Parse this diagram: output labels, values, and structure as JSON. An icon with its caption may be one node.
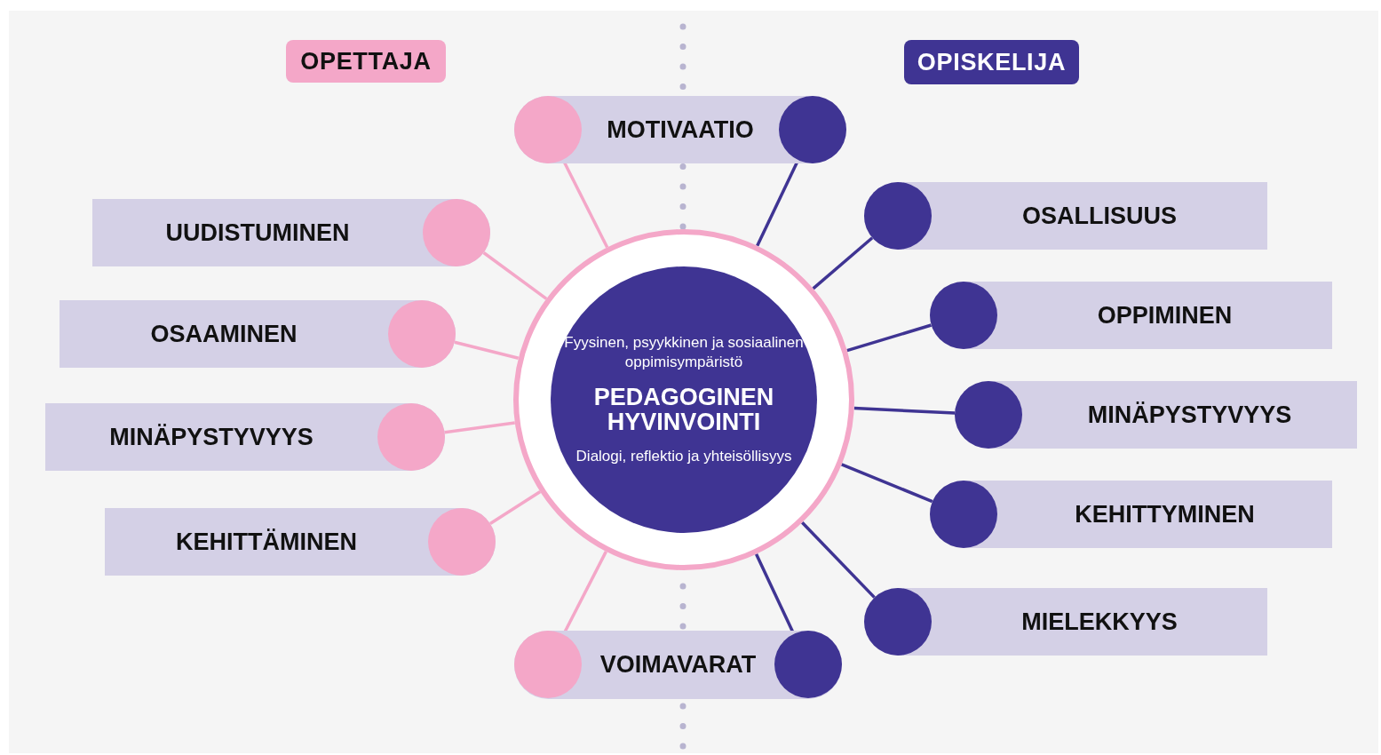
{
  "diagram": {
    "nodes": [
      {
        "text": [
          "OPETTAJA"
        ]
      },
      {
        "text": [
          "OPISKELIJA"
        ]
      },
      {
        "text": [
          "MOTIVAATIO"
        ]
      },
      {
        "text": [],
        "shape": "circle",
        "in": 2
      },
      {
        "text": [],
        "shape": "circle",
        "in": 2
      },
      {
        "text": [
          "UUDISTUMINEN"
        ]
      },
      {
        "text": [],
        "shape": "circle",
        "in": 5
      },
      {
        "text": [
          "OSALLISUUS"
        ]
      },
      {
        "text": [],
        "shape": "circle",
        "in": 7
      },
      {
        "text": [
          "Fyysinen, psyykkinen ja sosiaalinen oppimisympäristö",
          "PEDAGOGINEN HYVINVOINTI",
          "Dialogi, reflektio ja yhteisöllisyys"
        ]
      },
      {
        "text": [
          "OSAAMINEN"
        ]
      },
      {
        "text": [],
        "shape": "circle",
        "in": 10
      },
      {
        "text": [
          "OPPIMINEN"
        ]
      },
      {
        "text": [],
        "shape": "circle",
        "in": 12
      },
      {
        "text": [
          "MINÄPYSTYVYYS"
        ]
      },
      {
        "text": [],
        "shape": "circle",
        "in": 14
      },
      {
        "text": [
          "MINÄPYSTYVYYS"
        ]
      },
      {
        "text": [],
        "shape": "circle",
        "in": 16
      },
      {
        "text": [
          "KEHITTÄMINEN"
        ]
      },
      {
        "text": [],
        "shape": "circle",
        "in": 18
      },
      {
        "text": [
          "KEHITTYMINEN"
        ]
      },
      {
        "text": [],
        "shape": "circle",
        "in": 20
      },
      {
        "text": [
          "MIELEKKYYS"
        ]
      },
      {
        "text": [],
        "shape": "circle",
        "in": 22
      },
      {
        "text": [
          "VOIMAVARAT"
        ]
      },
      {
        "text": [],
        "shape": "circle",
        "in": 24
      },
      {
        "text": [],
        "shape": "circle",
        "in": 24
      }
    ],
    "edges": [
      {
        "from": 3,
        "to": 9,
        "arrow": "none",
        "color": "#f4a7c8"
      },
      {
        "from": 4,
        "to": 9,
        "arrow": "none",
        "color": "#3f3493"
      },
      {
        "from": 6,
        "to": 9,
        "arrow": "none",
        "color": "#f4a7c8"
      },
      {
        "from": 8,
        "to": 9,
        "arrow": "none",
        "color": "#3f3493"
      },
      {
        "from": 11,
        "to": 9,
        "arrow": "none",
        "color": "#f4a7c8"
      },
      {
        "from": 13,
        "to": 9,
        "arrow": "none",
        "color": "#3f3493"
      },
      {
        "from": 15,
        "to": 9,
        "arrow": "none",
        "color": "#f4a7c8"
      },
      {
        "from": 17,
        "to": 9,
        "arrow": "none",
        "color": "#3f3493"
      },
      {
        "from": 19,
        "to": 9,
        "arrow": "none",
        "color": "#f4a7c8"
      },
      {
        "from": 21,
        "to": 9,
        "arrow": "none",
        "color": "#3f3493"
      },
      {
        "from": 23,
        "to": 9,
        "arrow": "none",
        "color": "#3f3493"
      },
      {
        "from": 25,
        "to": 9,
        "arrow": "none",
        "color": "#f4a7c8"
      },
      {
        "from": 26,
        "to": 9,
        "arrow": "none",
        "color": "#3f3493"
      }
    ]
  }
}
